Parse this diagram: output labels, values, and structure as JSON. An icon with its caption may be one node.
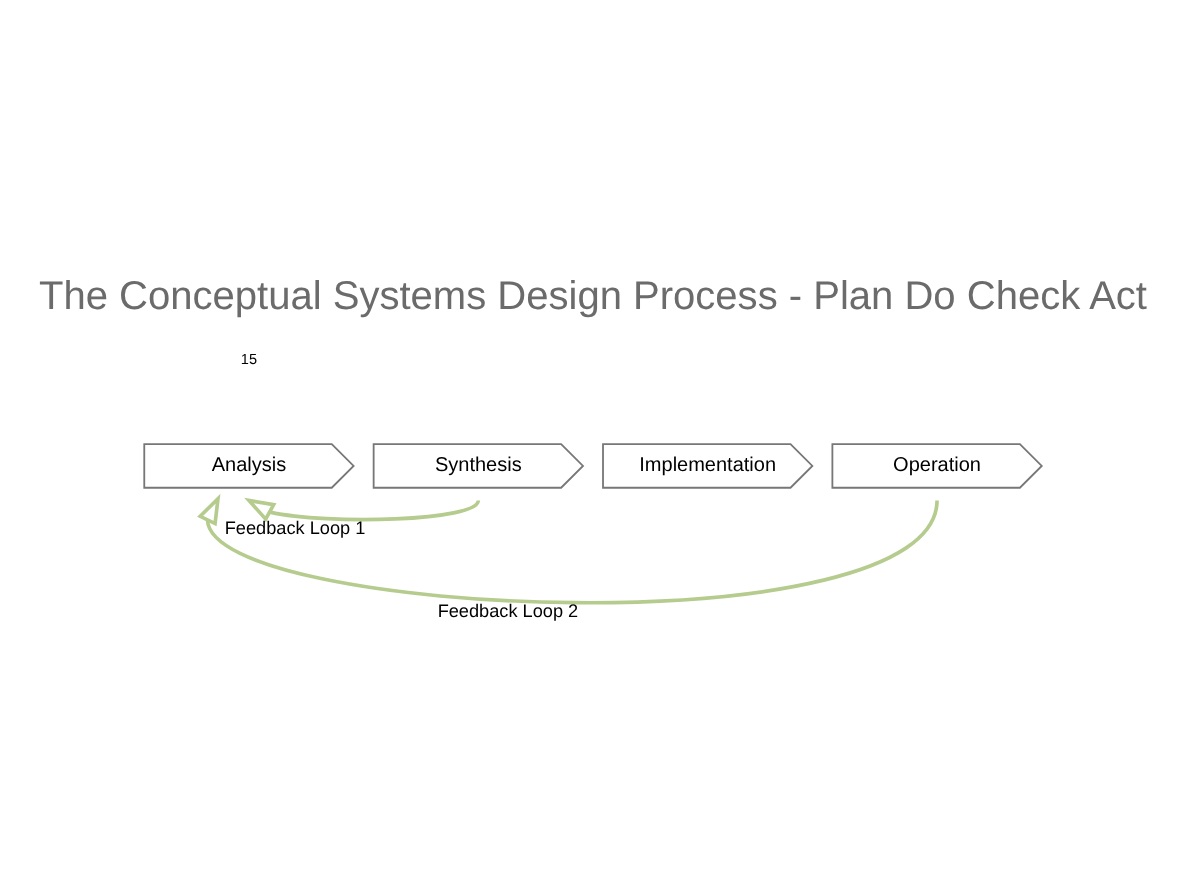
{
  "diagram": {
    "title": "The Conceptual Systems Design Process - Plan Do Check Act",
    "nodes": [
      {
        "text": [
          "Analysis"
        ]
      },
      {
        "text": [
          "Synthesis"
        ]
      },
      {
        "text": [
          "Implementation"
        ]
      },
      {
        "text": [
          "Operation"
        ]
      }
    ],
    "edges": [
      {
        "from": 1,
        "to": 0,
        "arrow": "to",
        "label": "Feedback Loop 1"
      },
      {
        "from": 3,
        "to": 0,
        "arrow": "to",
        "label": "Feedback Loop 2"
      }
    ],
    "labels": [
      "15"
    ]
  }
}
